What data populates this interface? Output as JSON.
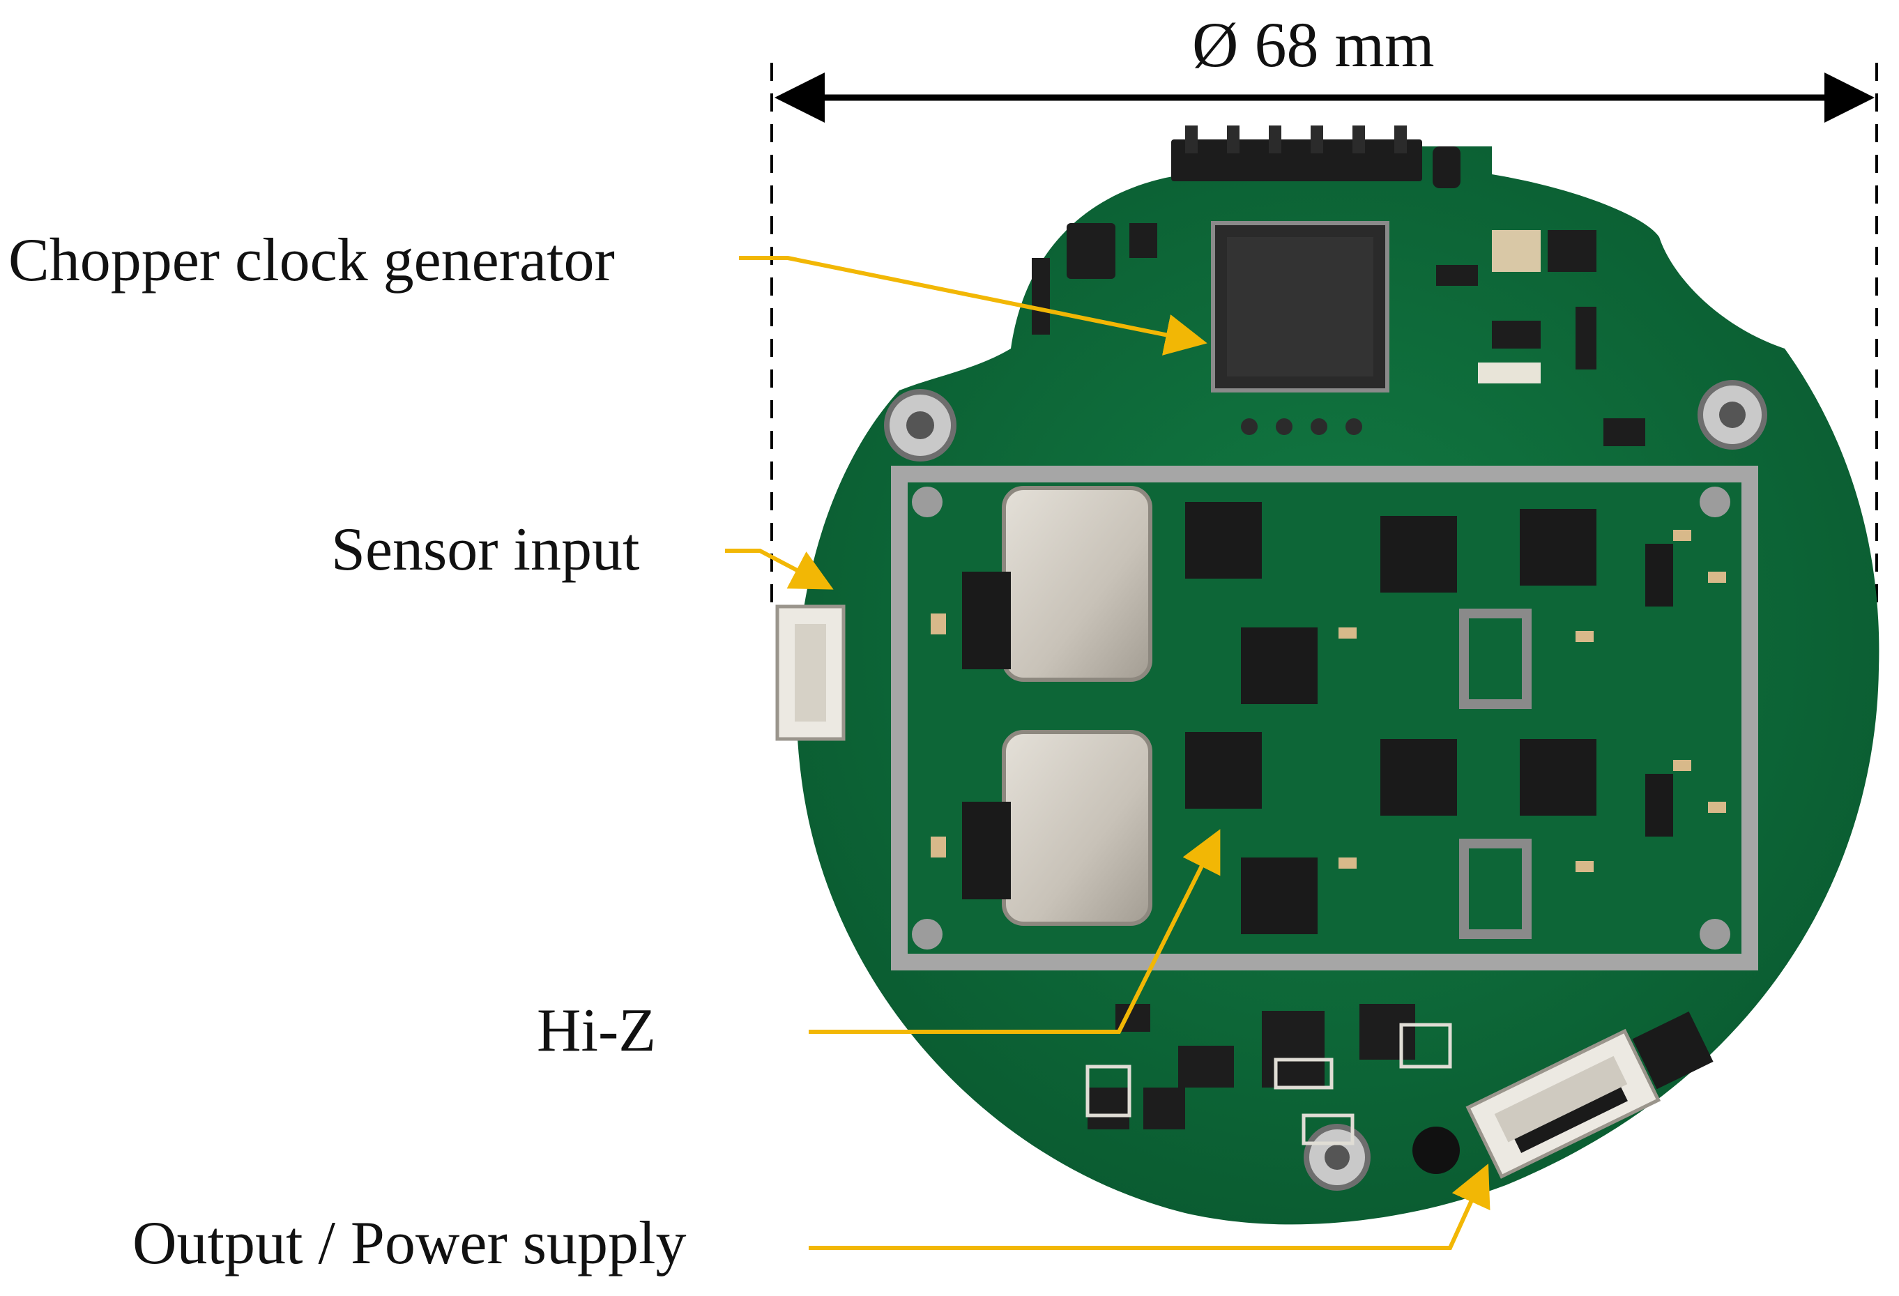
{
  "figure": {
    "dimension_label": "Ø 68 mm",
    "callouts": [
      {
        "id": "chopper",
        "label": "Chopper clock generator"
      },
      {
        "id": "sensor",
        "label": "Sensor input"
      },
      {
        "id": "hiz",
        "label": "Hi-Z"
      },
      {
        "id": "output",
        "label": "Output / Power supply"
      }
    ],
    "colors": {
      "pcb_green": "#0e6b3a",
      "pcb_dark": "#0a4f2b",
      "callout_line": "#f2b705",
      "shield_metal": "#a9a9a9",
      "can_silver": "#cfcac2",
      "chip_black": "#1a1a1a",
      "connector_white": "#ece9e2"
    }
  }
}
